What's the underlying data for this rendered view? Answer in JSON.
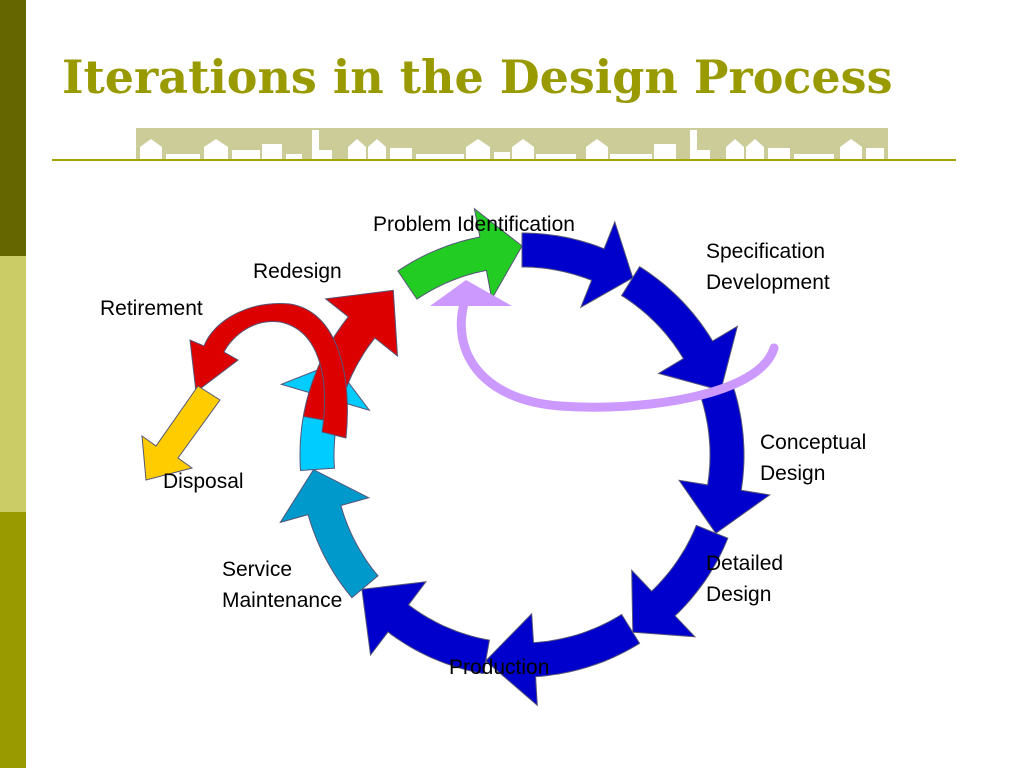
{
  "slide": {
    "title": "Iterations in the Design Process"
  },
  "colors": {
    "title": "#999900",
    "sidebar": [
      "#666600",
      "#cccc66",
      "#999900"
    ],
    "banner": "#cccc99",
    "green": "#22cc22",
    "blue": "#0000cc",
    "red": "#dd0000",
    "cyan": "#00ccff",
    "orange": "#ffcc00",
    "lavender": "#cc99ff"
  },
  "stages": {
    "problem": [
      "Problem Identification"
    ],
    "specification": [
      "Specification",
      "Development"
    ],
    "conceptual": [
      "Conceptual",
      "Design"
    ],
    "detailed": [
      "Detailed",
      "Design"
    ],
    "production": [
      "Production"
    ],
    "service": [
      "Service",
      "Maintenance"
    ],
    "disposal": [
      "Disposal"
    ],
    "retirement": [
      "Retirement"
    ],
    "redesign": [
      "Redesign"
    ]
  }
}
